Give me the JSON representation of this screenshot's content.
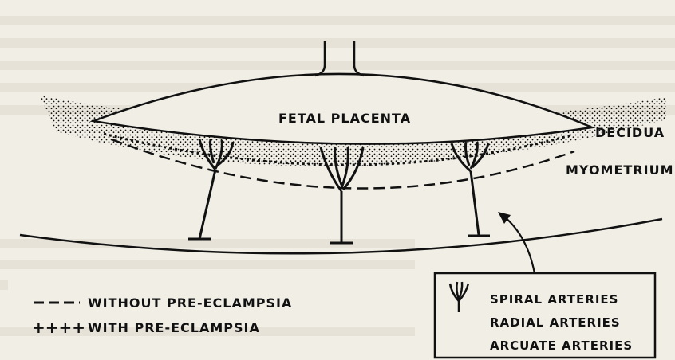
{
  "labels": {
    "fetal_placenta": "FETAL PLACENTA",
    "decidua": "DECIDUA",
    "myometrium": "MYOMETRIUM"
  },
  "legend_lines": {
    "without": "WITHOUT  PRE-ECLAMPSIA",
    "with": "WITH  PRE-ECLAMPSIA"
  },
  "key_box": {
    "spiral": "SPIRAL  ARTERIES",
    "radial": "RADIAL  ARTERIES",
    "arcuate": "ARCUATE  ARTERIES"
  },
  "colors": {
    "ink": "#111111",
    "paper": "#f1eee6"
  }
}
